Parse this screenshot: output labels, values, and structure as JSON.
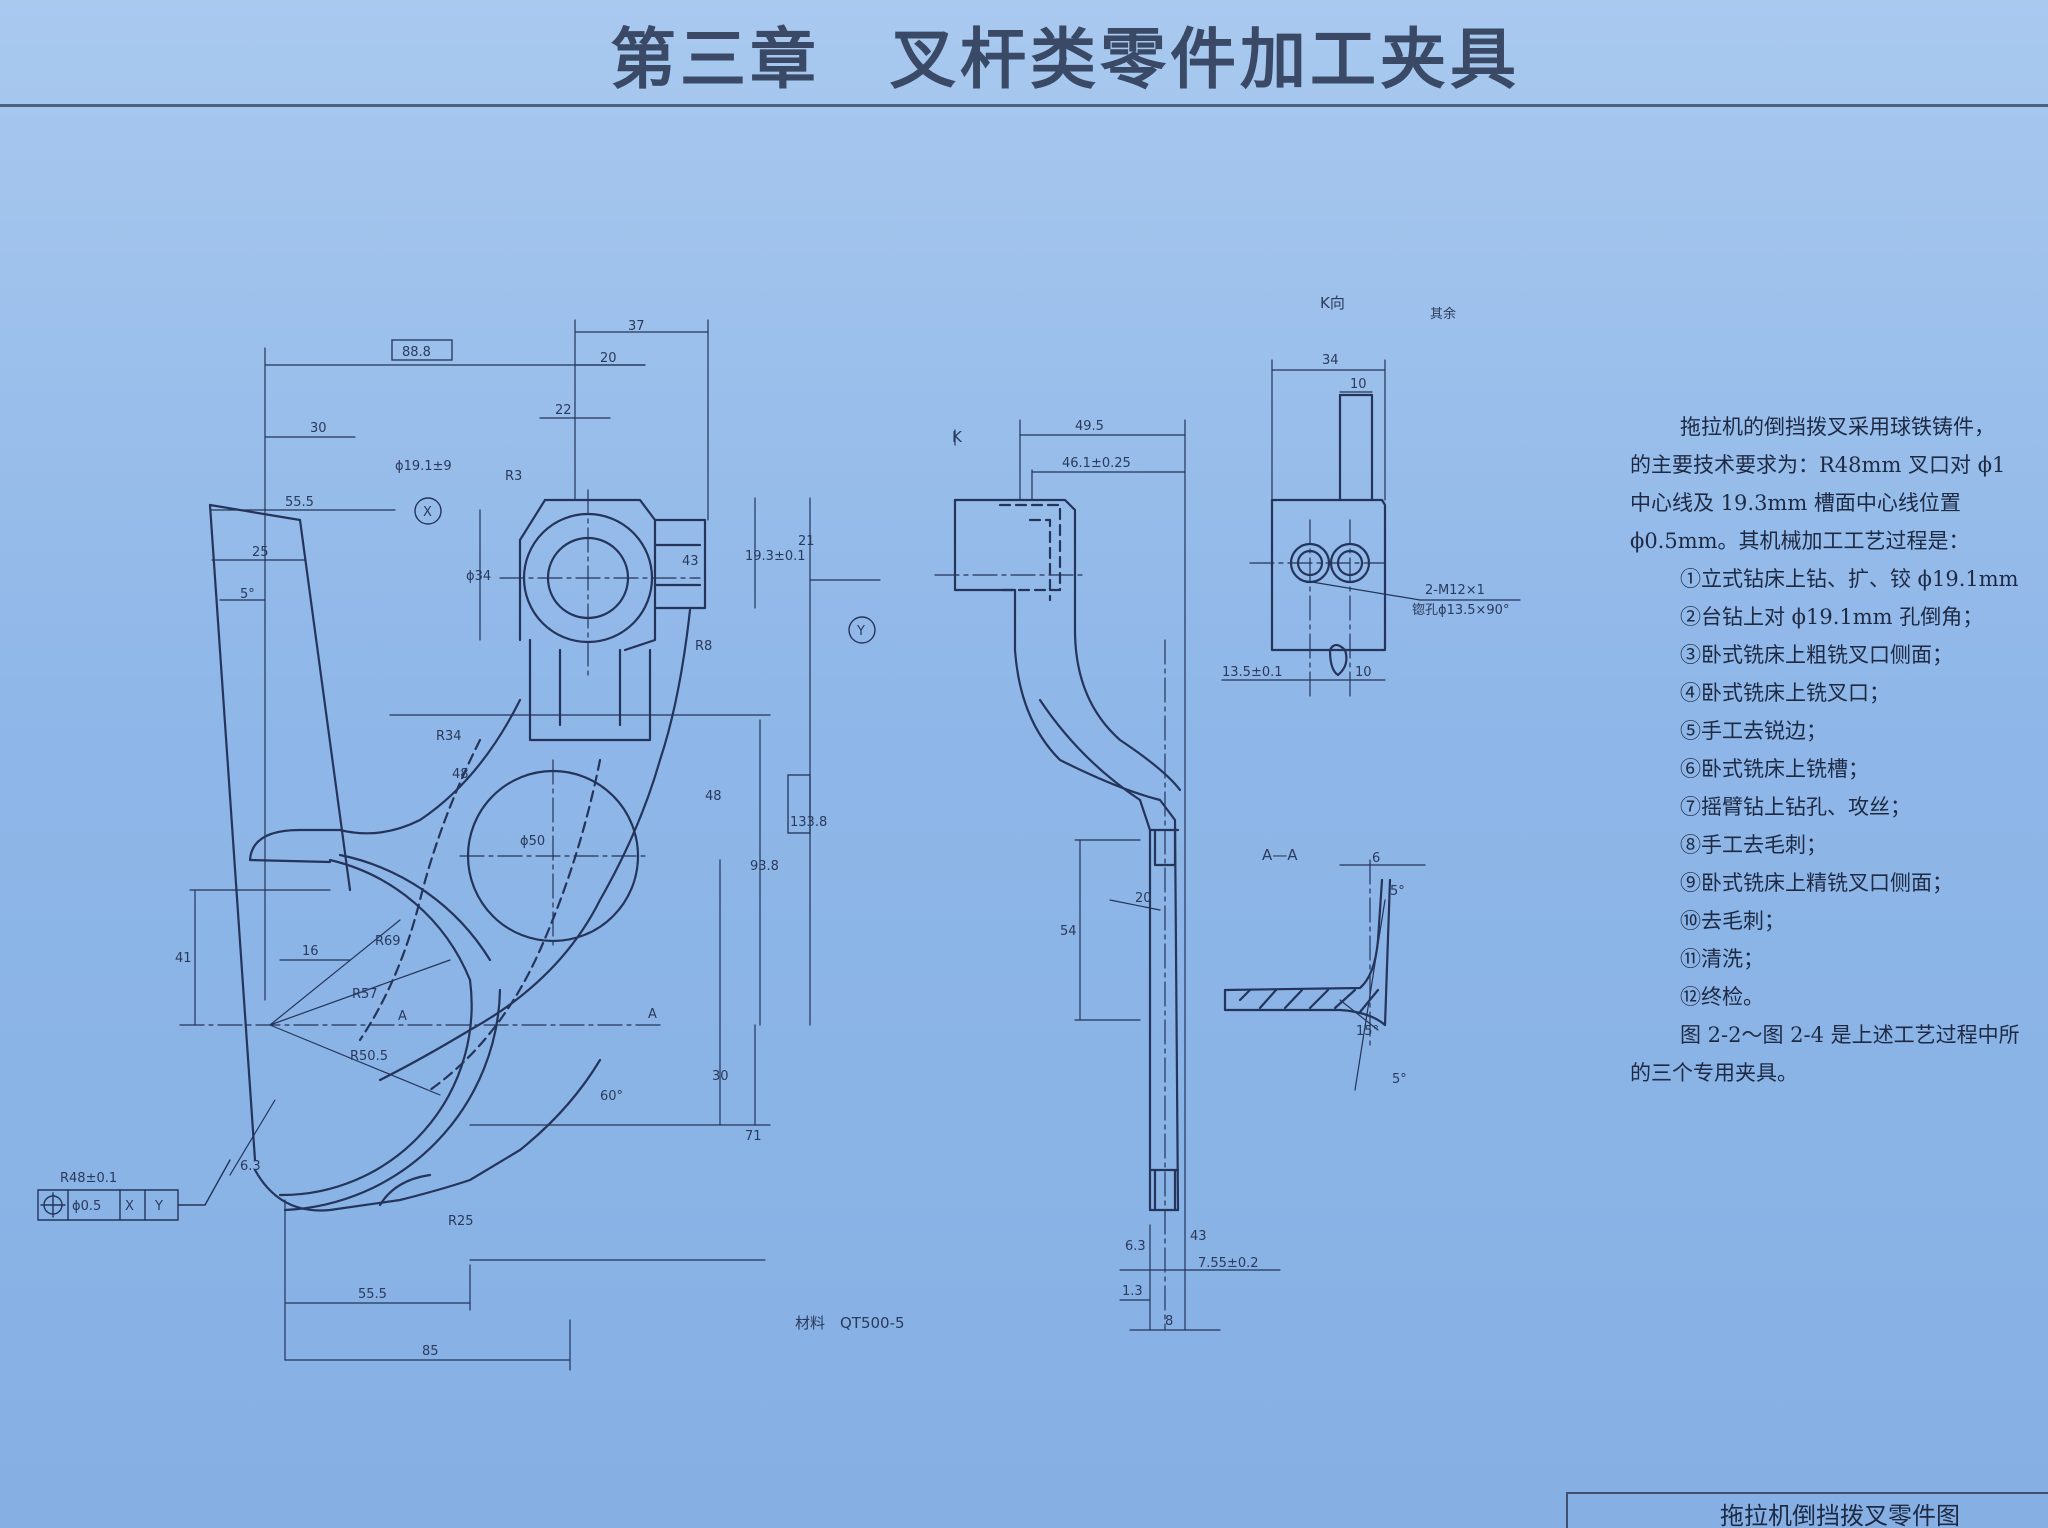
{
  "header": {
    "title": "第三章　叉杆类零件加工夹具"
  },
  "views": {
    "k_label": "K向",
    "k_arrow_label": "K",
    "aa_label": "A—A",
    "surface_note": "其余"
  },
  "dimensions": {
    "main": [
      "88.8",
      "37",
      "20",
      "22",
      "30",
      "55.5",
      "25",
      "5°",
      "ϕ19.1±9",
      "X",
      "ϕ34",
      "R3",
      "19.3±0.1",
      "21",
      "Y",
      "43",
      "R8",
      "R34",
      "48",
      "ϕ50",
      "48",
      "93.8",
      "133.8",
      "41",
      "16",
      "R69",
      "R57",
      "A",
      "A",
      "R50.5",
      "30",
      "71",
      "60°",
      "6.3",
      "R25",
      "55.5",
      "85",
      "R48±0.1",
      "ϕ0.5",
      "X",
      "Y"
    ],
    "side": [
      "49.5",
      "46.1±0.25",
      "20",
      "54",
      "6.3",
      "43",
      "7.55±0.2",
      "1.3",
      "8"
    ],
    "k_view": [
      "34",
      "10",
      "2-M12×1",
      "锪孔ϕ13.5×90°",
      "13.5±0.1",
      "10"
    ],
    "section": [
      "6",
      "5°",
      "15°",
      "5°"
    ]
  },
  "material": "材料　QT500-5",
  "text_block": {
    "intro": [
      "拖拉机的倒挡拨叉采用球铁铸件，",
      "的主要技术要求为：R48mm 叉口对 ϕ1",
      "中心线及 19.3mm 槽面中心线位置",
      "ϕ0.5mm。其机械加工工艺过程是："
    ],
    "steps": [
      "①立式钻床上钻、扩、铰 ϕ19.1mm",
      "②台钻上对 ϕ19.1mm 孔倒角；",
      "③卧式铣床上粗铣叉口侧面；",
      "④卧式铣床上铣叉口；",
      "⑤手工去锐边；",
      "⑥卧式铣床上铣槽；",
      "⑦摇臂钻上钻孔、攻丝；",
      "⑧手工去毛刺；",
      "⑨卧式铣床上精铣叉口侧面；",
      "⑩去毛刺；",
      "⑪清洗；",
      "⑫终检。"
    ],
    "outro": [
      "图 2-2～图 2-4 是上述工艺过程中所",
      "的三个专用夹具。"
    ]
  },
  "caption": "拖拉机倒挡拨叉零件图"
}
